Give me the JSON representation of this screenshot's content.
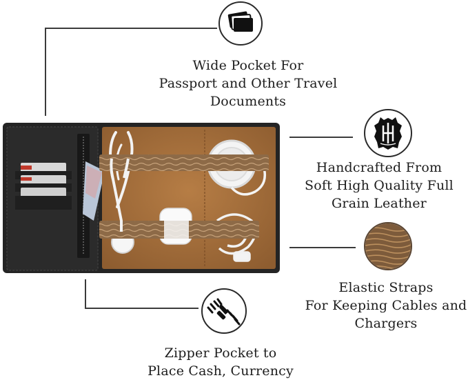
{
  "features": {
    "wide_pocket": {
      "icon": "documents-icon",
      "lines": [
        "Wide Pocket For",
        "Passport and Other Travel",
        "Documents"
      ]
    },
    "handcrafted": {
      "icon": "leather-hide-emblem-icon",
      "lines": [
        "Handcrafted From",
        "Soft High Quality Full",
        "Grain Leather"
      ]
    },
    "elastic_straps": {
      "icon": "elastic-strap-swatch-icon",
      "lines": [
        "Elastic Straps",
        "For Keeping Cables and",
        "Chargers"
      ]
    },
    "zipper_pocket": {
      "icon": "zipper-icon",
      "lines": [
        "Zipper Pocket to",
        "Place Cash, Currency"
      ]
    }
  },
  "colors": {
    "leather_dark": "#262626",
    "leather_brown": "#a8733f",
    "strap": "#8d6a47",
    "line": "#3a3a3a"
  }
}
